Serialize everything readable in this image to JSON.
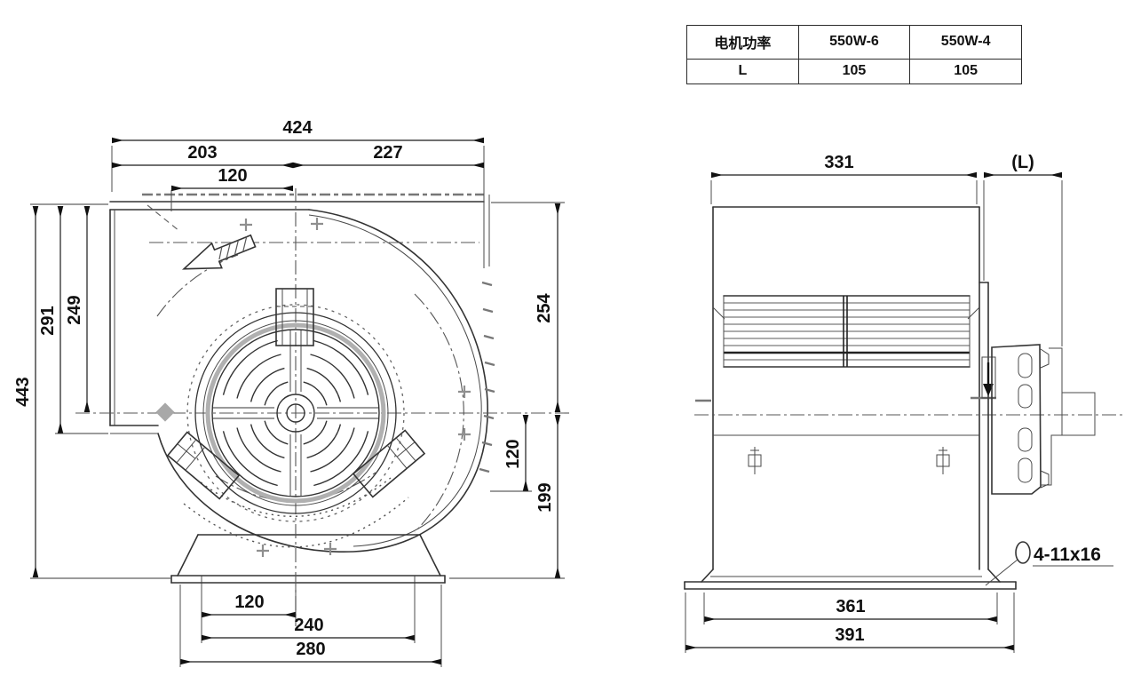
{
  "spec_table": {
    "headers": [
      "电机功率",
      "550W-6",
      "550W-4"
    ],
    "rows": [
      [
        "L",
        "105",
        "105"
      ]
    ]
  },
  "front_view": {
    "dim_width_total": "424",
    "dim_width_left": "203",
    "dim_width_right": "227",
    "dim_outlet_width": "120",
    "dim_height_total": "443",
    "dim_height_to_step": "291",
    "dim_height_to_center": "249",
    "dim_center_to_top": "254",
    "dim_center_to_bracket": "120",
    "dim_center_to_base": "199",
    "dim_base_hole_to_center": "120",
    "dim_base_hole_span": "240",
    "dim_base_width": "280"
  },
  "side_view": {
    "dim_body_depth": "331",
    "dim_motor_length": "(L)",
    "dim_foot_hole_span": "361",
    "dim_base_width": "391",
    "note_foot_slots": "4-11x16"
  },
  "colors": {
    "line": "#333333",
    "dimension_text": "#111111",
    "background": "#ffffff"
  }
}
